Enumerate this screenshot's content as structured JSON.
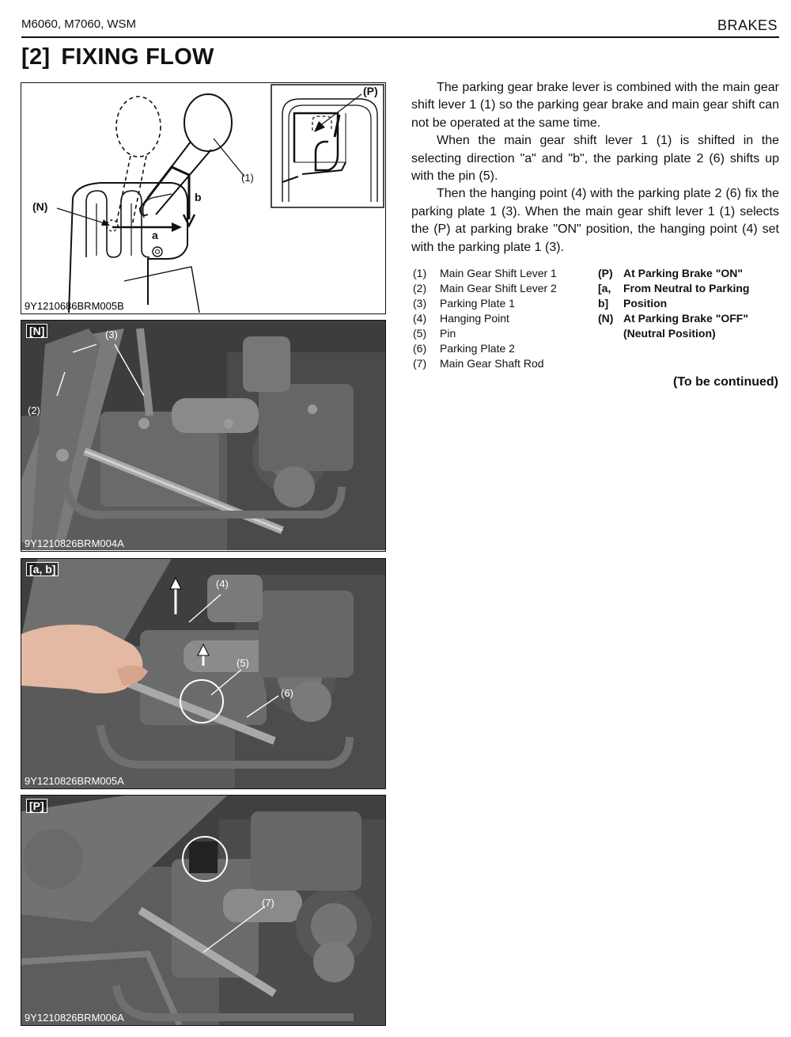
{
  "header": {
    "model": "M6060, M7060, WSM",
    "section": "BRAKES"
  },
  "title": {
    "number": "[2]",
    "text": "FIXING FLOW"
  },
  "figures": [
    {
      "code": "9Y1210686BRM005B",
      "callouts": {
        "p": "(P)",
        "one": "(1)",
        "n": "(N)",
        "a": "a",
        "b": "b"
      }
    },
    {
      "code": "9Y1210826BRM004A",
      "tag": "[N]",
      "callouts": {
        "three": "(3)",
        "two": "(2)"
      }
    },
    {
      "code": "9Y1210826BRM005A",
      "tag": "[a, b]",
      "callouts": {
        "four": "(4)",
        "five": "(5)",
        "six": "(6)"
      }
    },
    {
      "code": "9Y1210826BRM006A",
      "tag": "[P]",
      "callouts": {
        "seven": "(7)"
      }
    }
  ],
  "paragraphs": [
    "The parking gear brake lever is combined with the main gear shift lever 1 (1) so the parking gear brake and main gear shift can not be operated at the same time.",
    "When the main gear shift lever 1 (1) is shifted in the selecting direction \"a\" and \"b\", the parking plate 2 (6) shifts up with the pin (5).",
    "Then the hanging point (4) with the parking plate 2 (6) fix the parking plate 1 (3). When the main gear shift lever 1 (1) selects the (P) at parking brake \"ON\" position, the hanging point (4) set with the parking plate 1 (3)."
  ],
  "legend_parts": [
    {
      "key": "(1)",
      "label": "Main Gear Shift Lever 1"
    },
    {
      "key": "(2)",
      "label": "Main Gear Shift Lever 2"
    },
    {
      "key": "(3)",
      "label": "Parking Plate 1"
    },
    {
      "key": "(4)",
      "label": "Hanging Point"
    },
    {
      "key": "(5)",
      "label": "Pin"
    },
    {
      "key": "(6)",
      "label": "Parking Plate 2"
    },
    {
      "key": "(7)",
      "label": "Main Gear Shaft Rod"
    }
  ],
  "legend_positions": [
    {
      "key": "(P)",
      "label": "At Parking Brake \"ON\""
    },
    {
      "key": "[a, b]",
      "label": "From Neutral to Parking Position"
    },
    {
      "key": "(N)",
      "label": "At Parking Brake \"OFF\" (Neutral Position)"
    }
  ],
  "continued": "(To be continued)"
}
